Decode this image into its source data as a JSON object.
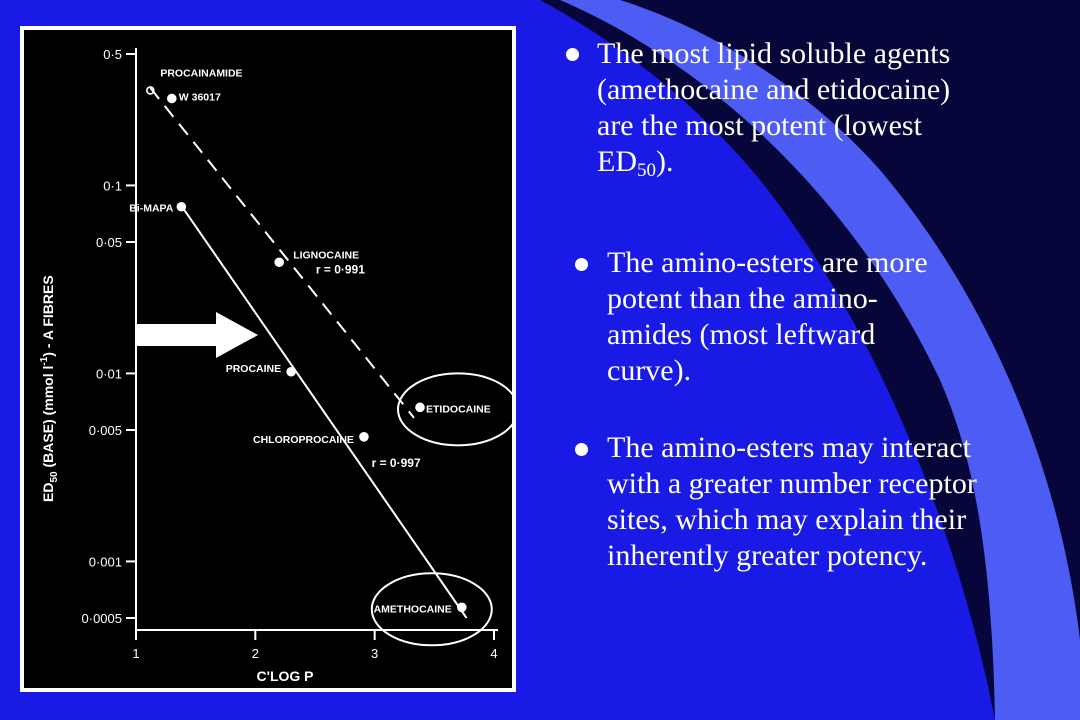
{
  "colors": {
    "background": "#1a1ae6",
    "decor_light": "#4d5cf2",
    "decor_dark": "#06063a",
    "chart_background": "#000000",
    "chart_frame": "#ffffff",
    "chart_ink": "#ffffff",
    "arrow": "#ffffff",
    "text": "#ffffff"
  },
  "bullets": [
    {
      "text_before": "The most lipid soluble agents (amethocaine and etidocaine) are the most potent (lowest ED",
      "subscript": "50",
      "text_after": ")."
    },
    {
      "text": "The amino-esters are more potent than the amino-amides (most leftward curve)."
    },
    {
      "text": "The amino-esters may interact with a greater number receptor sites, which may explain their inherently greater potency."
    }
  ],
  "chart_data": {
    "type": "scatter",
    "title": "",
    "xlabel": "C'LOG P",
    "ylabel_parts": [
      "ED",
      "50",
      " (BASE) (mmol l",
      "-1",
      ") - A FIBRES"
    ],
    "x_scale": "linear",
    "y_scale": "log",
    "xlim": [
      1,
      4
    ],
    "ylim": [
      0.0005,
      0.5
    ],
    "x_ticks": [
      {
        "value": 1,
        "label": "1"
      },
      {
        "value": 2,
        "label": "2"
      },
      {
        "value": 3,
        "label": "3"
      },
      {
        "value": 4,
        "label": "4"
      }
    ],
    "y_ticks": [
      {
        "value": 0.5,
        "label": "0·5"
      },
      {
        "value": 0.1,
        "label": "0·1"
      },
      {
        "value": 0.05,
        "label": "0·05"
      },
      {
        "value": 0.01,
        "label": "0·01"
      },
      {
        "value": 0.005,
        "label": "0·005"
      },
      {
        "value": 0.001,
        "label": "0·001"
      },
      {
        "value": 0.0005,
        "label": "0·0005"
      }
    ],
    "points": [
      {
        "label": "PROCAINAMIDE",
        "x": 1.12,
        "y": 0.32,
        "hollow": true,
        "series": "amides"
      },
      {
        "label": "W 36017",
        "x": 1.3,
        "y": 0.29,
        "hollow": false,
        "series": "amides"
      },
      {
        "label": "LIGNOCAINE",
        "x": 2.2,
        "y": 0.039,
        "hollow": false,
        "series": "amides"
      },
      {
        "label": "ETIDOCAINE",
        "x": 3.38,
        "y": 0.0066,
        "hollow": false,
        "series": "amides",
        "circled": true
      },
      {
        "label": "Bi-MAPA",
        "x": 1.38,
        "y": 0.077,
        "hollow": false,
        "series": "esters"
      },
      {
        "label": "PROCAINE",
        "x": 2.3,
        "y": 0.0102,
        "hollow": false,
        "series": "esters"
      },
      {
        "label": "CHLOROPROCAINE",
        "x": 2.91,
        "y": 0.0046,
        "hollow": false,
        "series": "esters"
      },
      {
        "label": "AMETHOCAINE",
        "x": 3.73,
        "y": 0.00057,
        "hollow": false,
        "series": "esters",
        "circled": true
      }
    ],
    "series": [
      {
        "id": "amides",
        "style": "dashed",
        "annotation": "r = 0·991",
        "line": [
          [
            1.12,
            0.33
          ],
          [
            3.33,
            0.0058
          ]
        ]
      },
      {
        "id": "esters",
        "style": "solid",
        "annotation": "r = 0·997",
        "line": [
          [
            1.38,
            0.078
          ],
          [
            3.77,
            0.0005
          ]
        ]
      }
    ],
    "grid": false
  }
}
